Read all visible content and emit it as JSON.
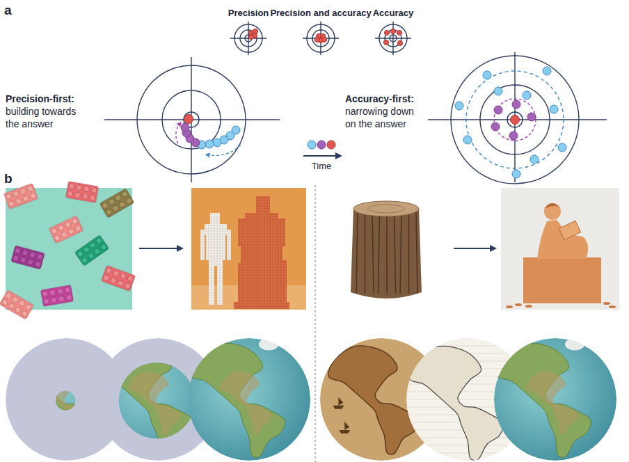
{
  "diagram": {
    "labels": [
      "a",
      "Precision",
      "Precision and accuracy",
      "Accuracy",
      "Precision-first:",
      "building towards the answer",
      "Time",
      "Accuracy-first:",
      "narrowing down on the answer",
      "b"
    ]
  }
}
